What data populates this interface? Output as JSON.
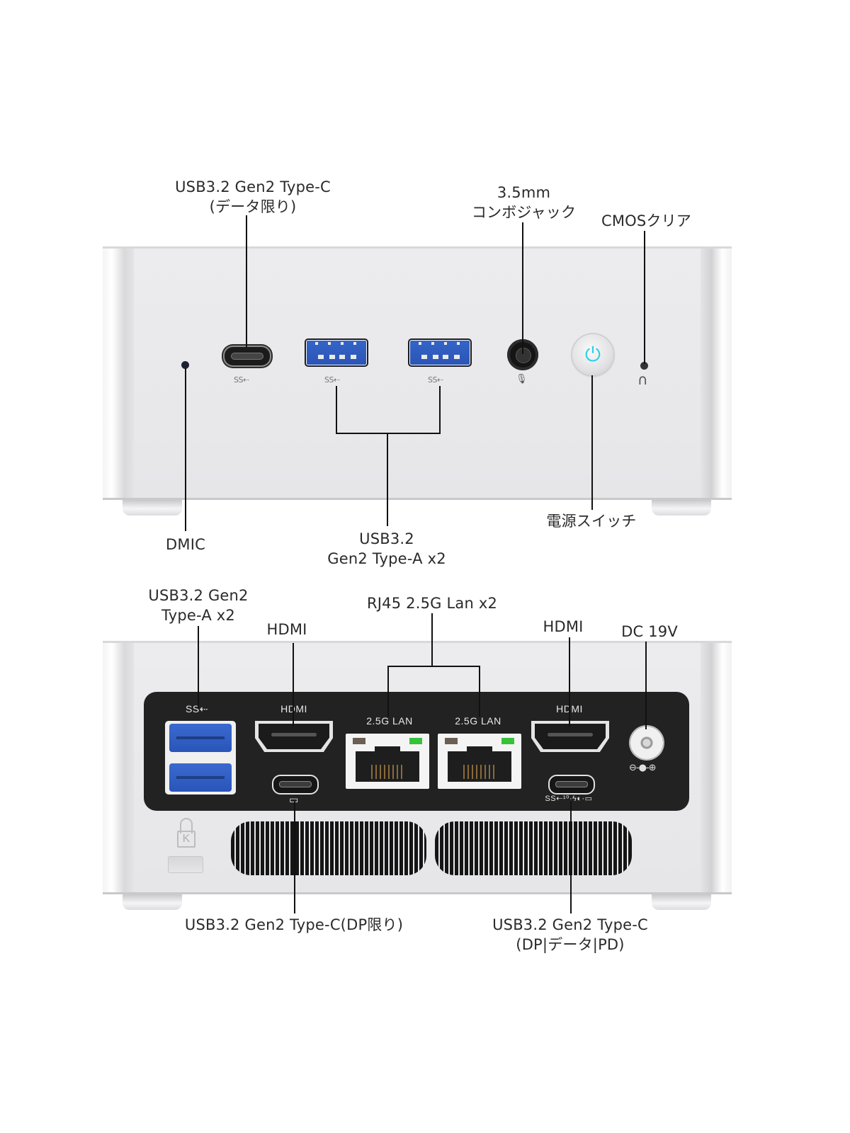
{
  "front_view": {
    "ports": [
      {
        "id": "dmic",
        "icon": "microphone-hole"
      },
      {
        "id": "usb_c_front",
        "icon": "usb-c-port",
        "marking": "SS⇠"
      },
      {
        "id": "usb_a_front_1",
        "icon": "usb-a-port",
        "marking": "SS⇠"
      },
      {
        "id": "usb_a_front_2",
        "icon": "usb-a-port",
        "marking": "SS⇠"
      },
      {
        "id": "audio_jack",
        "icon": "headset-jack",
        "marking": "🎙"
      },
      {
        "id": "power_button",
        "icon": "power-icon",
        "glyph": "⏻"
      },
      {
        "id": "cmos_clear",
        "icon": "cmos-clear-hole",
        "marking": "∩"
      }
    ],
    "labels": {
      "usb_c": [
        "USB3.2 Gen2 Type-C",
        "(データ限り)"
      ],
      "audio": [
        "3.5mm",
        "コンボジャック"
      ],
      "cmos": "CMOSクリア",
      "dmic": "DMIC",
      "usb_a": [
        "USB3.2",
        "Gen2 Type-A x2"
      ],
      "power": "電源スイッチ"
    }
  },
  "rear_view": {
    "panel_text": {
      "usb_ss": "SS⇠",
      "hdmi_left": "HDMI",
      "lan_1": "2.5G LAN",
      "lan_2": "2.5G LAN",
      "hdmi_right": "HDMI",
      "dc_polarity": "⊖-●-⊕",
      "usbc_left_mark": "▭",
      "usbc_right_mark": "SS⇠¹⁰·ϟ◐·▭",
      "kensington": "K"
    },
    "labels": {
      "usb_a": [
        "USB3.2 Gen2",
        "Type-A x2"
      ],
      "hdmi_left": "HDMI",
      "lan": "RJ45 2.5G Lan x2",
      "hdmi_right": "HDMI",
      "dc": "DC 19V",
      "usbc_left": "USB3.2 Gen2 Type-C(DP限り)",
      "usbc_right": [
        "USB3.2 Gen2 Type-C",
        "(DP|データ|PD)"
      ]
    }
  },
  "colors": {
    "chassis": "#e8e8ea",
    "io_panel": "#222222",
    "usb_blue": "#2f5cc0",
    "power_led": "#29d0e6",
    "lan_led_green": "#38c23a",
    "leader_line": "#111111"
  }
}
